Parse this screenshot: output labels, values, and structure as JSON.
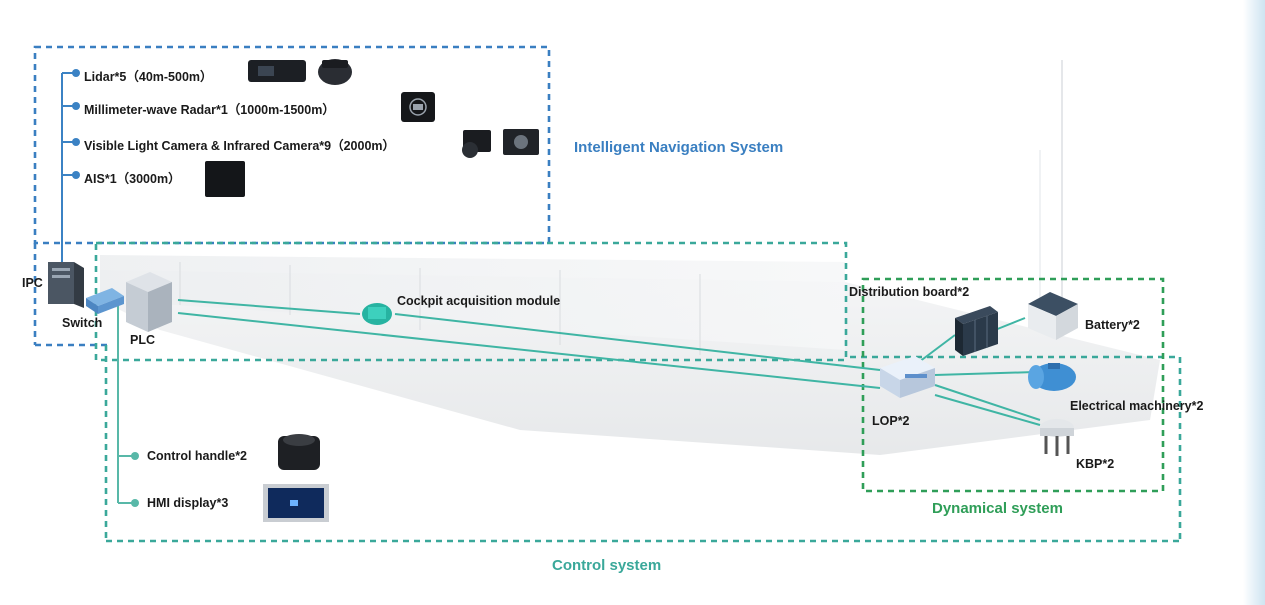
{
  "systems": {
    "navigation": "Intelligent Navigation System",
    "control": "Control system",
    "dynamical": "Dynamical system"
  },
  "sensors": [
    {
      "label": "Lidar*5（40m-500m）"
    },
    {
      "label": "Millimeter-wave Radar*1（1000m-1500m）"
    },
    {
      "label": "Visible Light Camera & Infrared Camera*9（2000m）"
    },
    {
      "label": "AIS*1（3000m）"
    }
  ],
  "nodes": {
    "ipc": "IPC",
    "switch": "Switch",
    "plc": "PLC",
    "cockpit": "Cockpit acquisition module",
    "distribution": "Distribution board*2",
    "battery": "Battery*2",
    "lop": "LOP*2",
    "machinery": "Electrical machinery*2",
    "kbp": "KBP*2"
  },
  "controls": [
    {
      "label": "Control handle*2"
    },
    {
      "label": "HMI display*3"
    }
  ],
  "colors": {
    "nav_blue": "#3a7fc1",
    "line_teal": "#3fb5a4",
    "green": "#2f9e58",
    "dot_blue": "#3b82c4",
    "dot_teal": "#58b8a8"
  },
  "icons": [
    "server-icon",
    "switch-icon",
    "lidar-icon",
    "radar-icon",
    "camera-icon",
    "ais-icon",
    "module-icon",
    "cabinet-icon",
    "battery-icon",
    "panel-icon",
    "motor-icon",
    "kbp-icon",
    "joystick-icon",
    "display-icon"
  ]
}
